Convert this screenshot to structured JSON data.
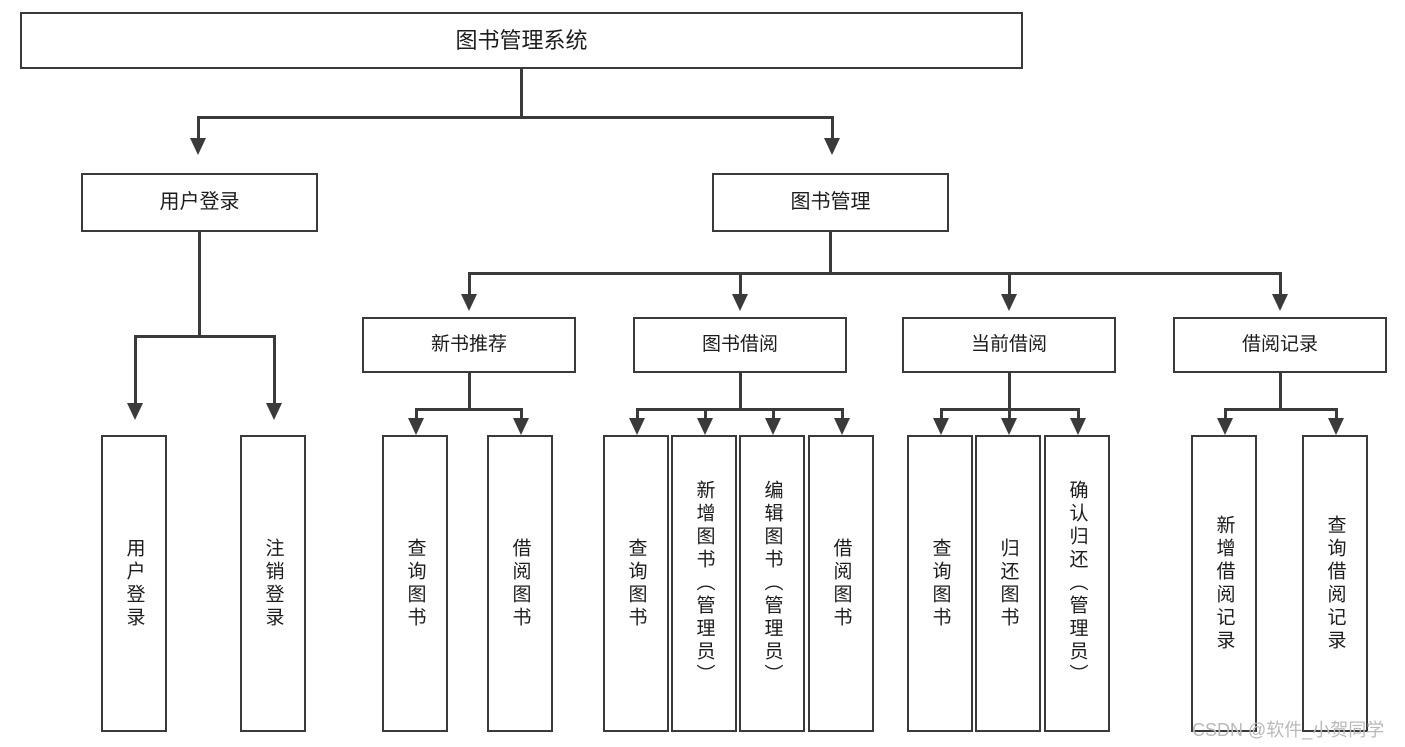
{
  "diagram": {
    "title": "图书管理系统",
    "type": "tree",
    "root": {
      "id": "root",
      "label": "图书管理系统"
    },
    "level2": [
      {
        "id": "user-login",
        "label": "用户登录"
      },
      {
        "id": "book-management",
        "label": "图书管理"
      }
    ],
    "level3": [
      {
        "id": "new-book-recommend",
        "label": "新书推荐",
        "parent": "book-management"
      },
      {
        "id": "book-borrow",
        "label": "图书借阅",
        "parent": "book-management"
      },
      {
        "id": "current-borrow",
        "label": "当前借阅",
        "parent": "book-management"
      },
      {
        "id": "borrow-record",
        "label": "借阅记录",
        "parent": "book-management"
      }
    ],
    "leaves": {
      "user_login": [
        {
          "id": "leaf-user-login",
          "label": "用户登录"
        },
        {
          "id": "leaf-user-logout",
          "label": "注销登录"
        }
      ],
      "new_book_recommend": [
        {
          "id": "leaf-query-book-1",
          "label": "查询图书"
        },
        {
          "id": "leaf-borrow-book-1",
          "label": "借阅图书"
        }
      ],
      "book_borrow": [
        {
          "id": "leaf-query-book-2",
          "label": "查询图书"
        },
        {
          "id": "leaf-add-book",
          "label": "新增图书（管理员）"
        },
        {
          "id": "leaf-edit-book",
          "label": "编辑图书（管理员）"
        },
        {
          "id": "leaf-borrow-book-2",
          "label": "借阅图书"
        }
      ],
      "current_borrow": [
        {
          "id": "leaf-query-book-3",
          "label": "查询图书"
        },
        {
          "id": "leaf-return-book",
          "label": "归还图书"
        },
        {
          "id": "leaf-confirm-return",
          "label": "确认归还（管理员）"
        }
      ],
      "borrow_record": [
        {
          "id": "leaf-add-record",
          "label": "新增借阅记录"
        },
        {
          "id": "leaf-query-record",
          "label": "查询借阅记录"
        }
      ]
    }
  },
  "watermark": {
    "text": "CSDN @软件_小贺同学"
  },
  "colors": {
    "stroke": "#3a3a3a",
    "text": "#1c1c1c",
    "background": "#ffffff",
    "watermark": "#b9b9b9"
  }
}
